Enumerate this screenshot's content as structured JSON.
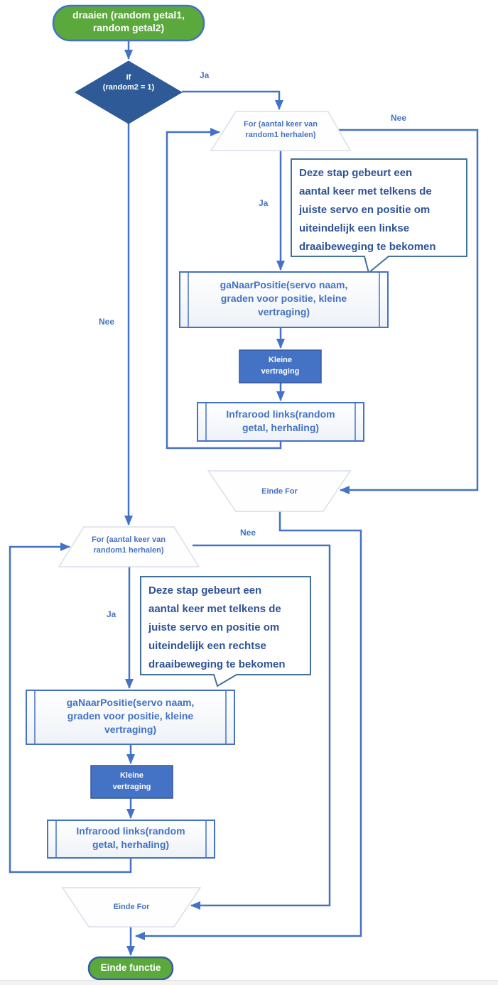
{
  "title": "draaien function flowchart",
  "colors": {
    "line_blue": "#4472C4",
    "diamond_blue": "#2E5B97",
    "node_green": "#5BA83C",
    "light_trapezoid_border": "#D9DEE9",
    "callout_border": "#41719C",
    "note_text": "#2F5496"
  },
  "labels": {
    "ja": "Ja",
    "nee": "Nee"
  },
  "nodes": {
    "start": "draaien (random getal1,\nrandom getal2)",
    "decision": "if\n(random2 = 1)",
    "for_loop": "For (aantal keer van\nrandom1 herhalen)",
    "note_left": "Deze stap gebeurt een\naantal keer met telkens de\njuiste servo en positie om\nuiteindelijk een linkse\ndraaibeweging te bekomen",
    "note_right": "Deze stap gebeurt een\naantal keer met telkens de\njuiste servo en positie om\nuiteindelijk een rechtse\ndraaibeweging te bekomen",
    "go_to_position": "gaNaarPositie(servo naam,\ngraden voor positie, kleine\nvertraging)",
    "small_delay": "Kleine\nvertraging",
    "infrared": "Infrarood links(random\ngetal, herhaling)",
    "end_for": "Einde For",
    "end_function": "Einde functie"
  }
}
